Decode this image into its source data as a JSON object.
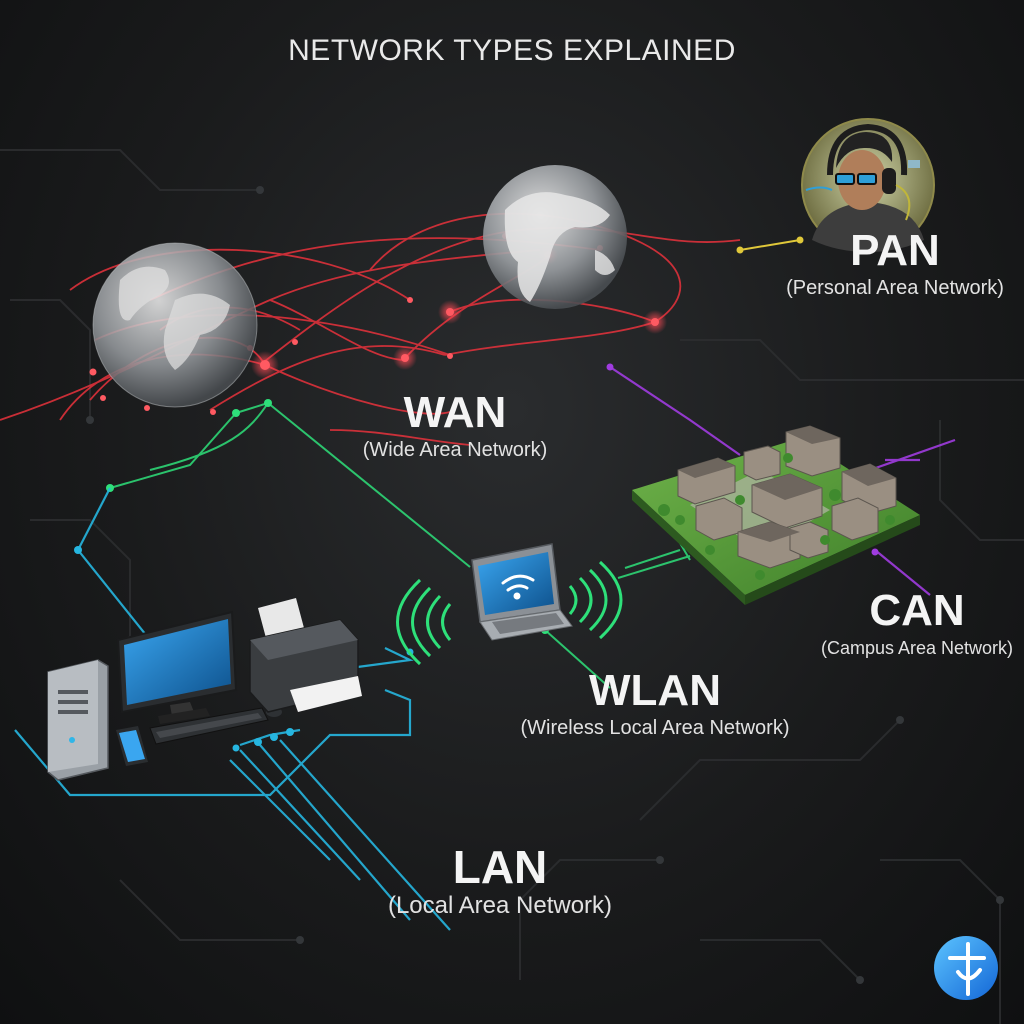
{
  "title": "NETWORK TYPES EXPLAINED",
  "networks": {
    "pan": {
      "abbr": "PAN",
      "full": "(Personal Area Network)"
    },
    "wan": {
      "abbr": "WAN",
      "full": "(Wide Area Network)"
    },
    "can": {
      "abbr": "CAN",
      "full": "(Campus Area Network)"
    },
    "wlan": {
      "abbr": "WLAN",
      "full": "(Wireless Local Area Network)"
    },
    "lan": {
      "abbr": "LAN",
      "full": "(Local Area Network)"
    }
  },
  "colors": {
    "wan_links": "#e8323c",
    "lan_links": "#26b6e0",
    "wlan_links": "#2ee07a",
    "can_links": "#a03ce0",
    "pan_link": "#e0c83a",
    "background": "#1a1b1c",
    "text": "#f4f4f4"
  },
  "icons": [
    "globe-icon",
    "avatar-icon",
    "laptop-icon",
    "wifi-icon",
    "desktop-computer-icon",
    "printer-icon",
    "phone-icon",
    "campus-buildings-icon",
    "logo-icon"
  ]
}
